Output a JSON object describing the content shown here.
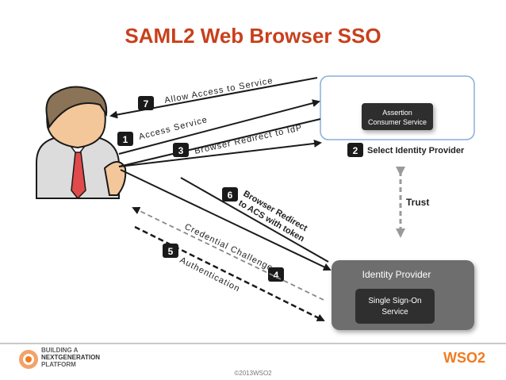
{
  "title": "SAML2 Web Browser SSO",
  "service_provider": {
    "assertion_label_line1": "Assertion",
    "assertion_label_line2": "Consumer Service"
  },
  "identity_provider": {
    "label": "Identity Provider",
    "sso_line1": "Single Sign-On",
    "sso_line2": "Service"
  },
  "trust_label": "Trust",
  "steps": [
    {
      "number": "1",
      "label": "Access Service"
    },
    {
      "number": "2",
      "label": "Select Identity Provider"
    },
    {
      "number": "3",
      "label": "Browser Redirect to IdP"
    },
    {
      "number": "4",
      "label": ""
    },
    {
      "number": "5",
      "label": "Authentication"
    },
    {
      "number": "6",
      "label_line1": "Browser Redirect",
      "label_line2": "to ACS with token"
    },
    {
      "number": "7",
      "label": "Allow Access to Service"
    }
  ],
  "credential_challenge_label": "Credential Challenge",
  "footer": {
    "platform_line1": "BUILDING A",
    "platform_line2": "NEXTGENERATION",
    "platform_line3": "PLATFORM",
    "copyright": "©2013WSO2",
    "logo_text": "WSO2"
  },
  "colors": {
    "title": "#c8401c",
    "badge": "#1a1a1a",
    "sp_border": "#8aaedc",
    "idp_box": "#6e6e6e",
    "inner_box": "#2f2f2f",
    "trust_arrow": "#9a9a9a",
    "brand": "#f07b20"
  }
}
